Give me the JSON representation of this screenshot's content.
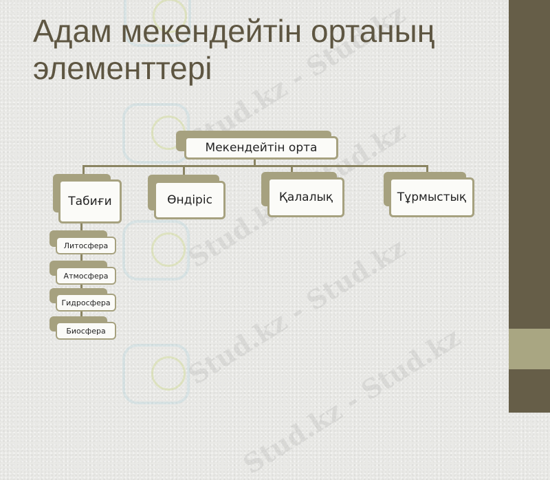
{
  "slide": {
    "title_line1": "Адам мекендейтін ортаның",
    "title_line2": "элементтері"
  },
  "diagram": {
    "root": "Мекендейтін орта",
    "categories": [
      {
        "label": "Табиғи"
      },
      {
        "label": "Өндіріс"
      },
      {
        "label": "Қалалық"
      },
      {
        "label": "Тұрмыстық"
      }
    ],
    "natural_children": [
      {
        "label": "Литосфера"
      },
      {
        "label": "Атмосфера"
      },
      {
        "label": "Гидросфера"
      },
      {
        "label": "Биосфера"
      }
    ]
  },
  "watermark": {
    "text": "Stud.kz - Stud.kz"
  },
  "colors": {
    "sidebar": "#665e48",
    "sidebar_band": "#a9a682",
    "title": "#5e5642",
    "node_border": "#a6a17f"
  }
}
